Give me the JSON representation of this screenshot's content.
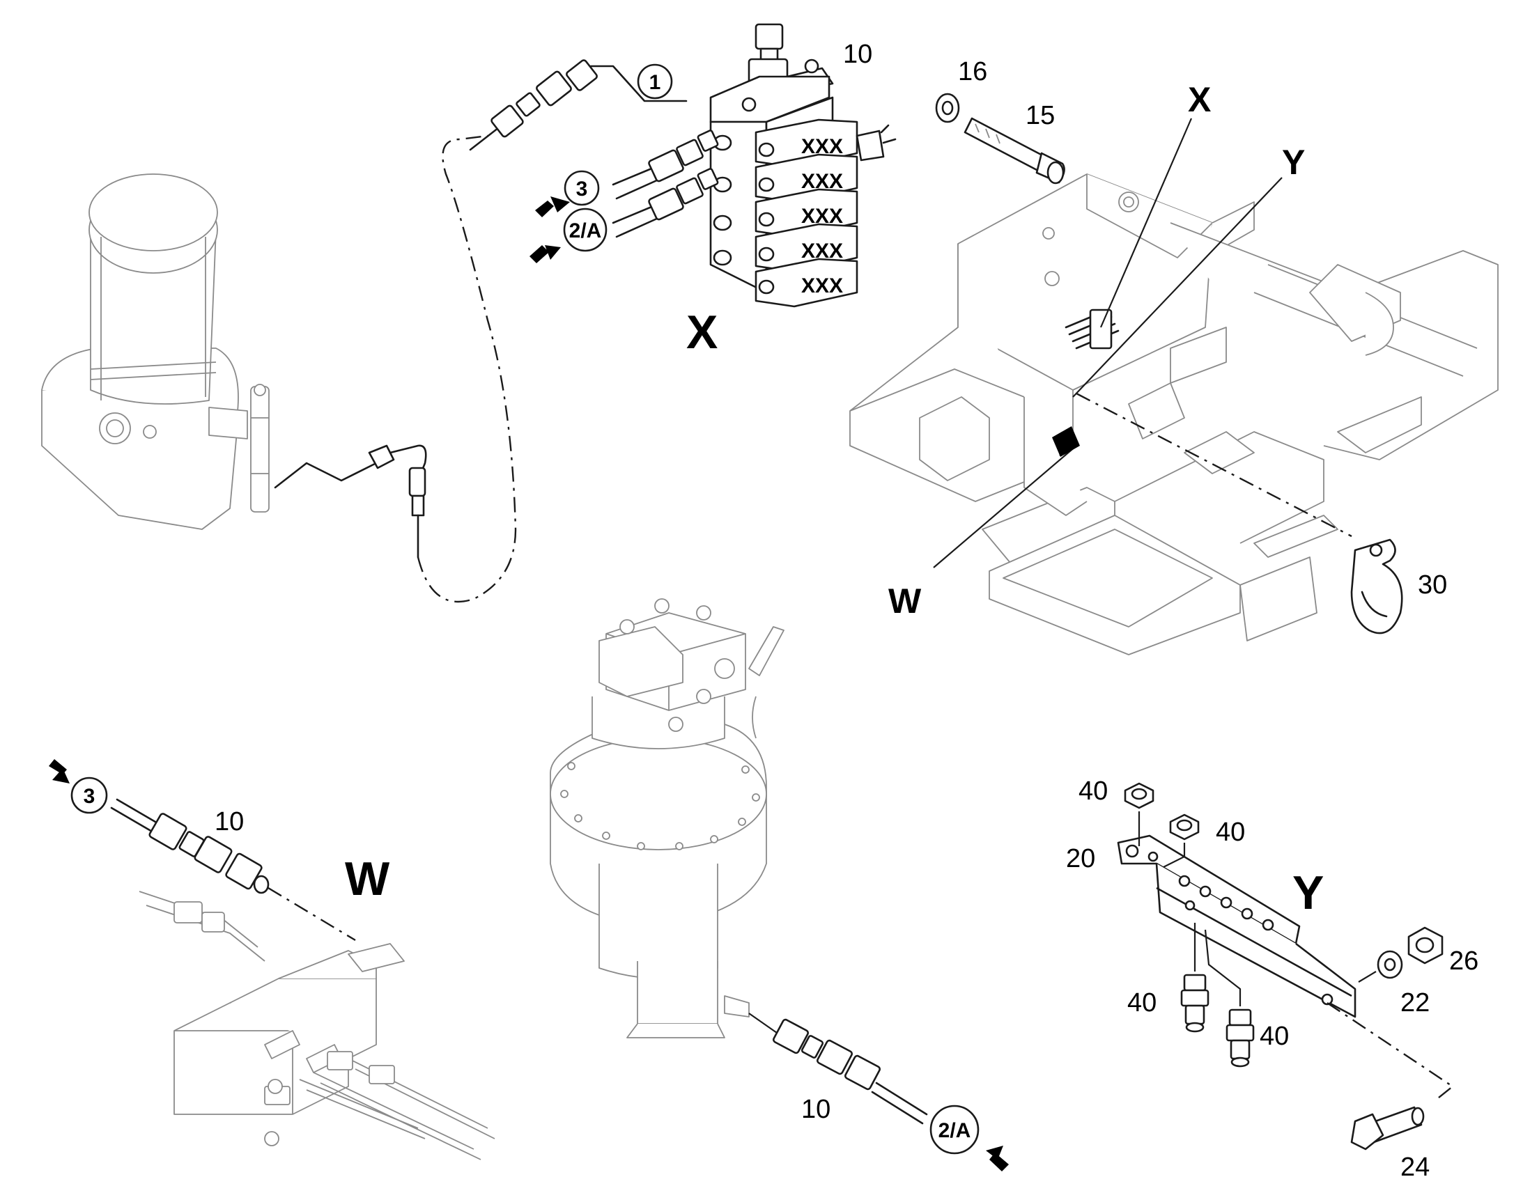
{
  "views": {
    "x": "X",
    "w": "W",
    "y": "Y"
  },
  "frame_callouts": {
    "x": "X",
    "y": "Y",
    "w": "W"
  },
  "circled_refs": {
    "one": "1",
    "three_top": "3",
    "two_a_top": "2/A",
    "three_w": "3",
    "two_a_motor": "2/A"
  },
  "block_labels": [
    "XXX",
    "XXX",
    "XXX",
    "XXX",
    "XXX"
  ],
  "part_numbers": {
    "p10_top": "10",
    "p16": "16",
    "p15": "15",
    "p30": "30",
    "p10_w": "10",
    "p10_motor": "10",
    "p40_a": "40",
    "p40_b": "40",
    "p20": "20",
    "p40_c": "40",
    "p40_d": "40",
    "p26": "26",
    "p22": "22",
    "p24": "24"
  }
}
